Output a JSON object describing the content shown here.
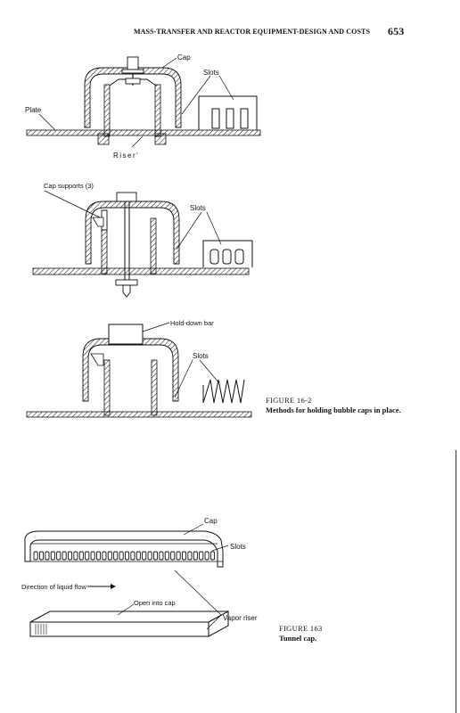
{
  "header": {
    "running_title": "MASS-TRANSFER AND REACTOR EQUIPMENT-DESIGN AND COSTS",
    "page_number": "653"
  },
  "figure_1": {
    "labels": {
      "cap": "Cap",
      "slots": "Slots",
      "plate": "Plate",
      "riser": "Riser'"
    }
  },
  "figure_2": {
    "labels": {
      "cap_supports": "Cap supports (3)",
      "slots": "Slots"
    }
  },
  "figure_3": {
    "labels": {
      "hold_down_bar": "Hold-down bar",
      "slots": "Slots"
    }
  },
  "caption_162": {
    "label": "FIGURE 16-2",
    "text": "Methods for holding bubble caps in place."
  },
  "figure_4": {
    "labels": {
      "cap": "Cap",
      "slots": "Slots",
      "direction": "Direction of liquid flow",
      "open_into_cap": "Open into cap",
      "vapor_riser": "Vapor riser"
    }
  },
  "caption_163": {
    "label": "FIGURE 163",
    "text": "Tunnel cap."
  }
}
